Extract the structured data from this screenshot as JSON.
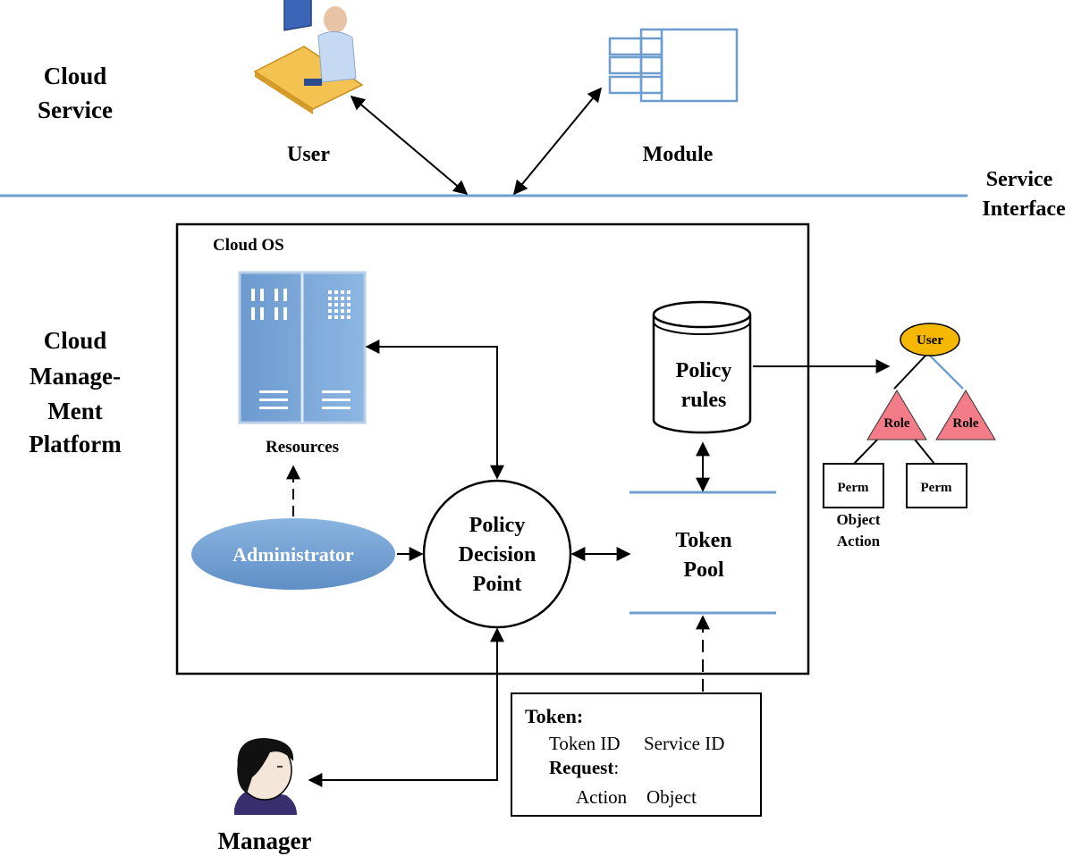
{
  "sections": {
    "cloud_service": [
      "Cloud",
      "Service"
    ],
    "cloud_management": [
      "Cloud",
      "Manage-",
      "Ment",
      "Platform"
    ],
    "service_interface": [
      "Service",
      "Interface"
    ]
  },
  "top": {
    "user_label": "User",
    "module_label": "Module"
  },
  "cloud_os": {
    "title": "Cloud OS",
    "resources_label": "Resources",
    "administrator_label": "Administrator",
    "pdp_label": [
      "Policy",
      "Decision",
      "Point"
    ],
    "policy_rules_label": [
      "Policy",
      "rules"
    ],
    "token_pool_label": [
      "Token",
      "Pool"
    ]
  },
  "role_tree": {
    "user": "User",
    "role_left": "Role",
    "role_right": "Role",
    "perm_left": "Perm",
    "perm_right": "Perm",
    "perm_caption": [
      "Object",
      "Action"
    ]
  },
  "token_box": {
    "title": "Token:",
    "token_id": "Token ID",
    "service_id": "Service ID",
    "request_label": "Request",
    "request_colon": ":",
    "action": "Action",
    "object": "Object"
  },
  "manager_label": "Manager",
  "colors": {
    "accent_blue": "#6d9dcf",
    "line_blue": "#6f9fd0",
    "server_blue": "#7aa7d8",
    "user_node_fill": "#f5b800",
    "role_fill": "#f47c88",
    "text_black": "#000000"
  },
  "icons": [
    "user-at-desk-icon",
    "module-component-icon",
    "server-rack-icon",
    "database-cylinder-icon",
    "manager-person-icon"
  ]
}
